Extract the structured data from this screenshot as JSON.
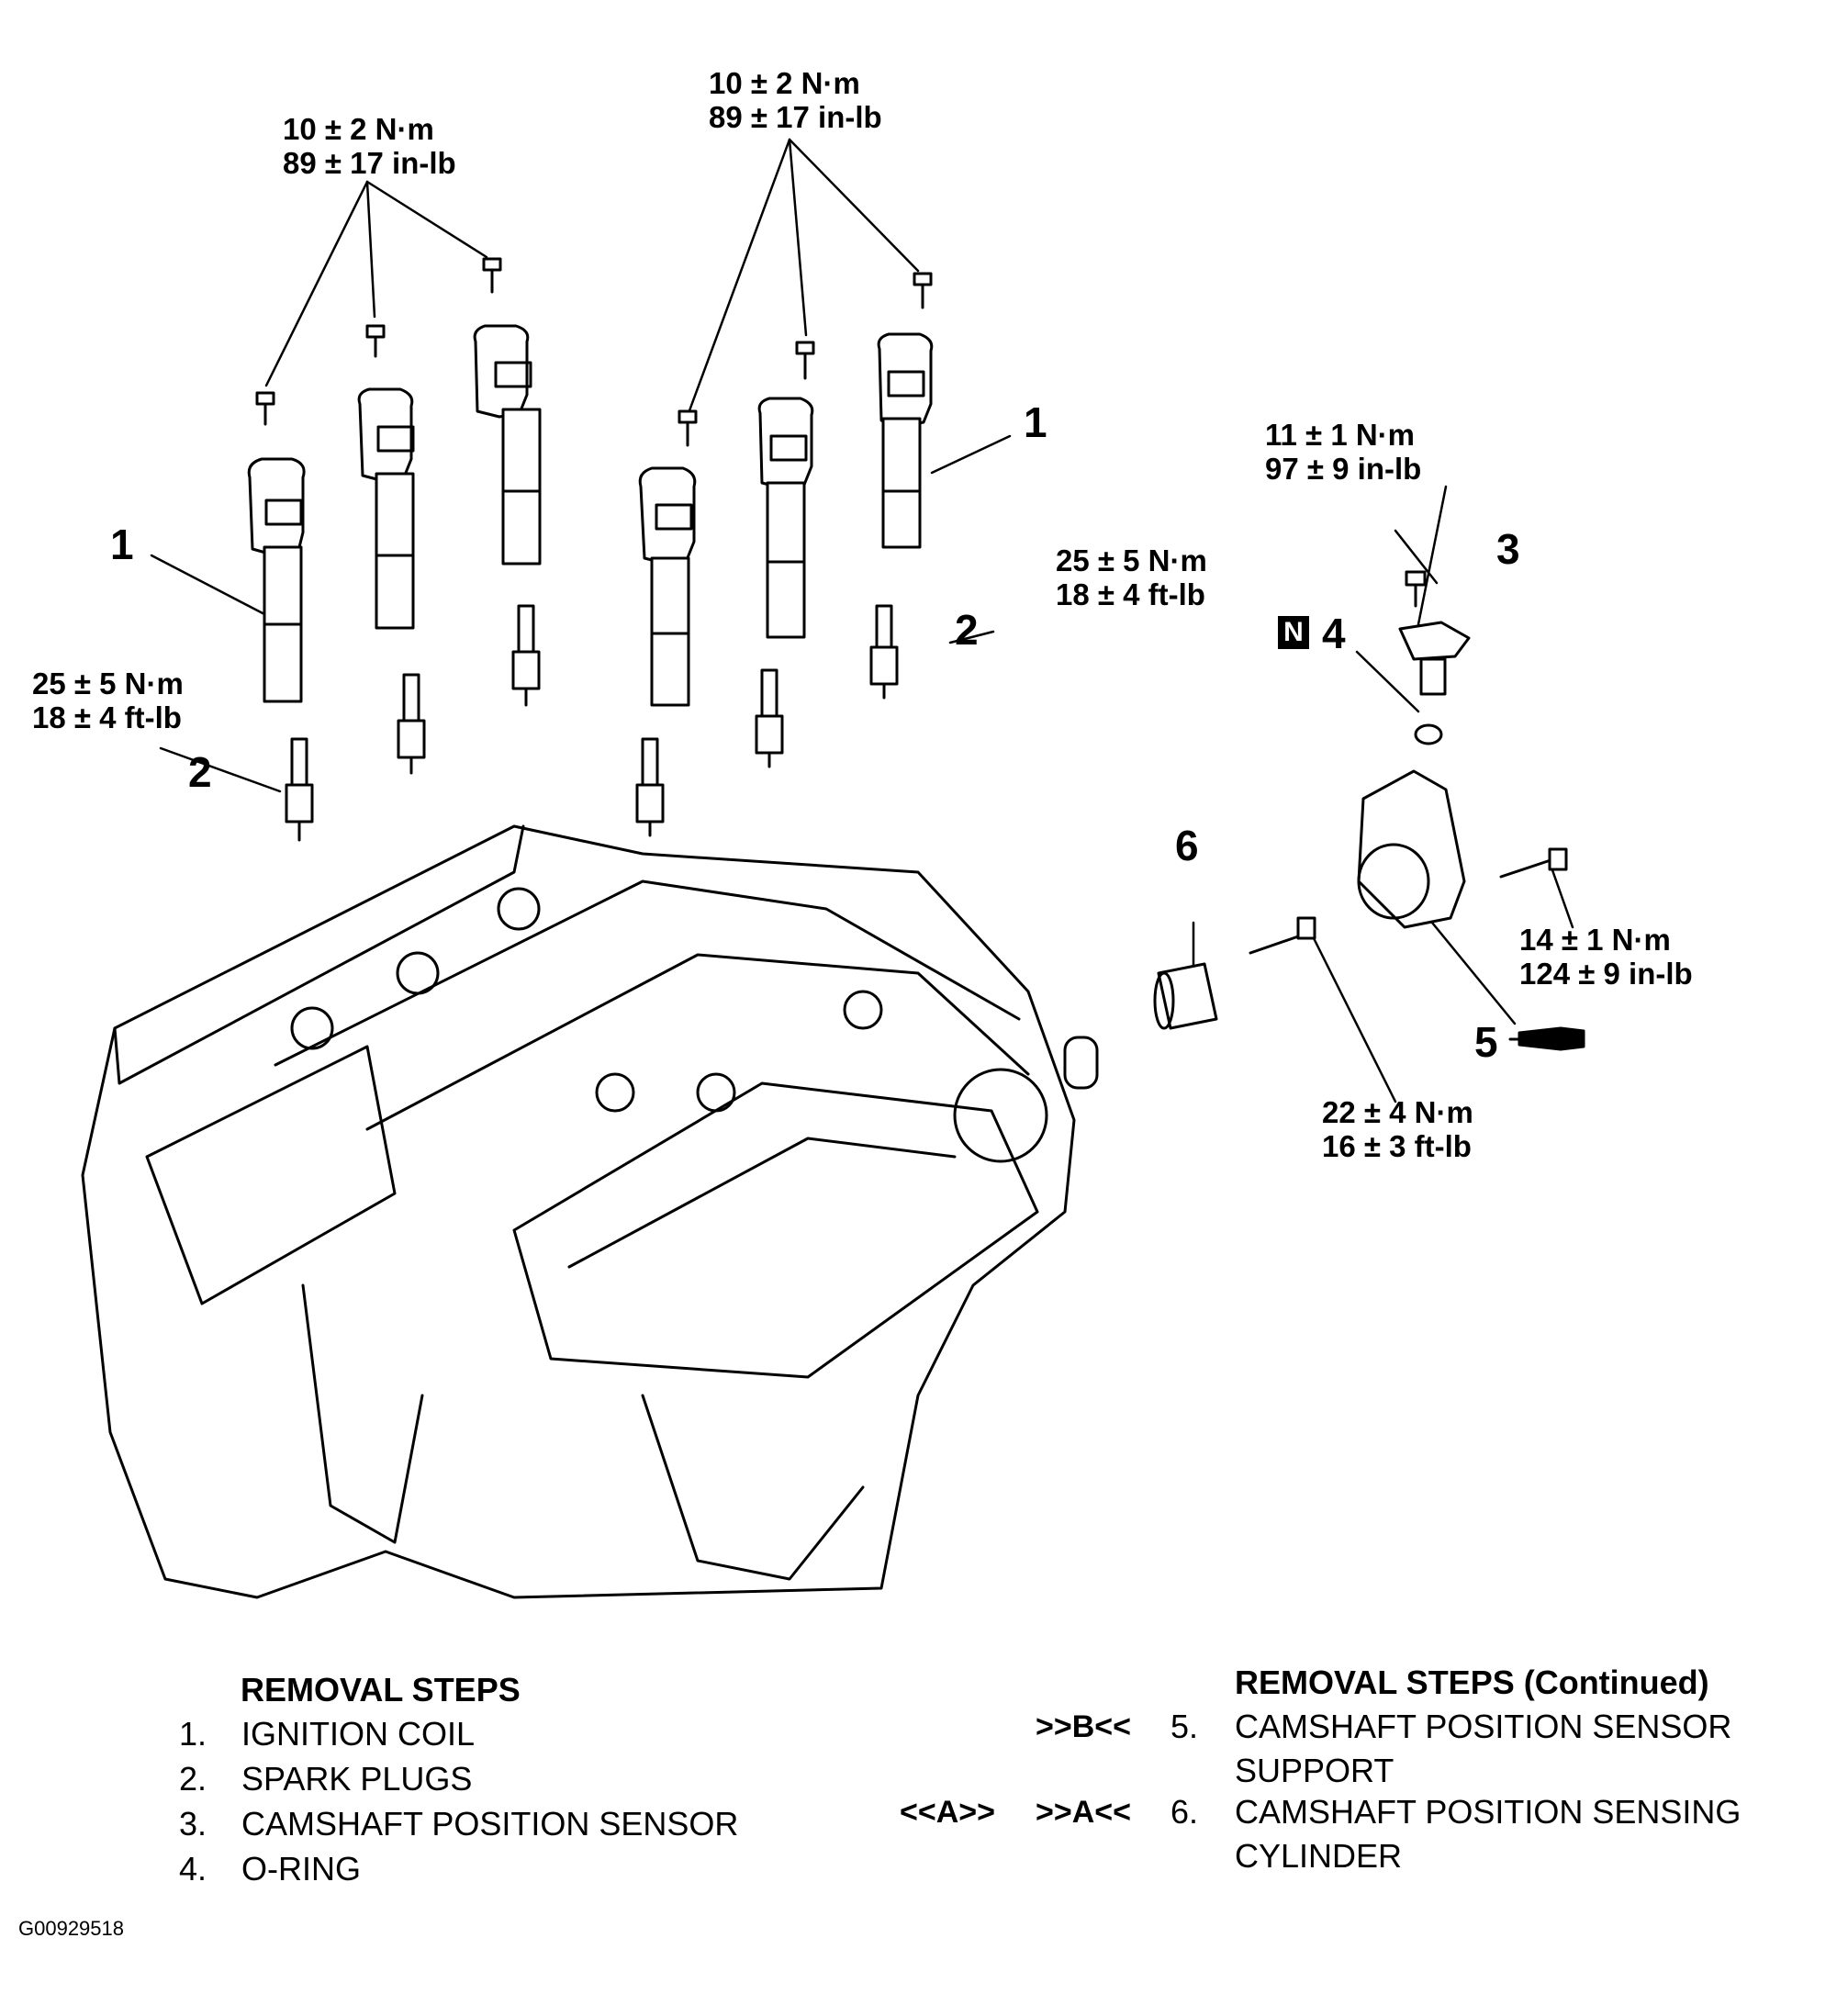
{
  "torque_specs": {
    "coil_bolts_left": {
      "nm": "10 ± 2 N·m",
      "imperial": "89 ± 17 in-lb"
    },
    "coil_bolts_right": {
      "nm": "10 ± 2 N·m",
      "imperial": "89 ± 17 in-lb"
    },
    "sensor_bolt": {
      "nm": "11 ± 1 N·m",
      "imperial": "97 ± 9 in-lb"
    },
    "spark_plugs_right": {
      "nm": "25 ± 5 N·m",
      "imperial": "18 ± 4 ft-lb"
    },
    "spark_plugs_left": {
      "nm": "25 ± 5 N·m",
      "imperial": "18 ± 4 ft-lb"
    },
    "support_bolt": {
      "nm": "14 ± 1 N·m",
      "imperial": "124 ± 9 in-lb"
    },
    "cylinder_bolt": {
      "nm": "22 ± 4 N·m",
      "imperial": "16 ± 3 ft-lb"
    }
  },
  "callouts": {
    "coil_left": "1",
    "coil_right": "1",
    "plug_left": "2",
    "plug_right": "2",
    "sensor": "3",
    "oring": "4",
    "oring_symbol": "N",
    "support": "5",
    "cylinder": "6"
  },
  "removal_steps": {
    "title": "REMOVAL STEPS",
    "items": [
      {
        "num": "1.",
        "text": "IGNITION COIL"
      },
      {
        "num": "2.",
        "text": "SPARK PLUGS"
      },
      {
        "num": "3.",
        "text": "CAMSHAFT POSITION SENSOR"
      },
      {
        "num": "4.",
        "text": "O-RING"
      }
    ]
  },
  "removal_steps_continued": {
    "title": "REMOVAL STEPS (Continued)",
    "items": [
      {
        "note_install": "",
        "note_remove": ">>B<<",
        "num": "5.",
        "lines": [
          "CAMSHAFT POSITION SENSOR",
          "SUPPORT"
        ]
      },
      {
        "note_install": "<<A>>",
        "note_remove": ">>A<<",
        "num": "6.",
        "lines": [
          "CAMSHAFT POSITION SENSING",
          "CYLINDER"
        ]
      }
    ]
  },
  "figure_id": "G00929518"
}
